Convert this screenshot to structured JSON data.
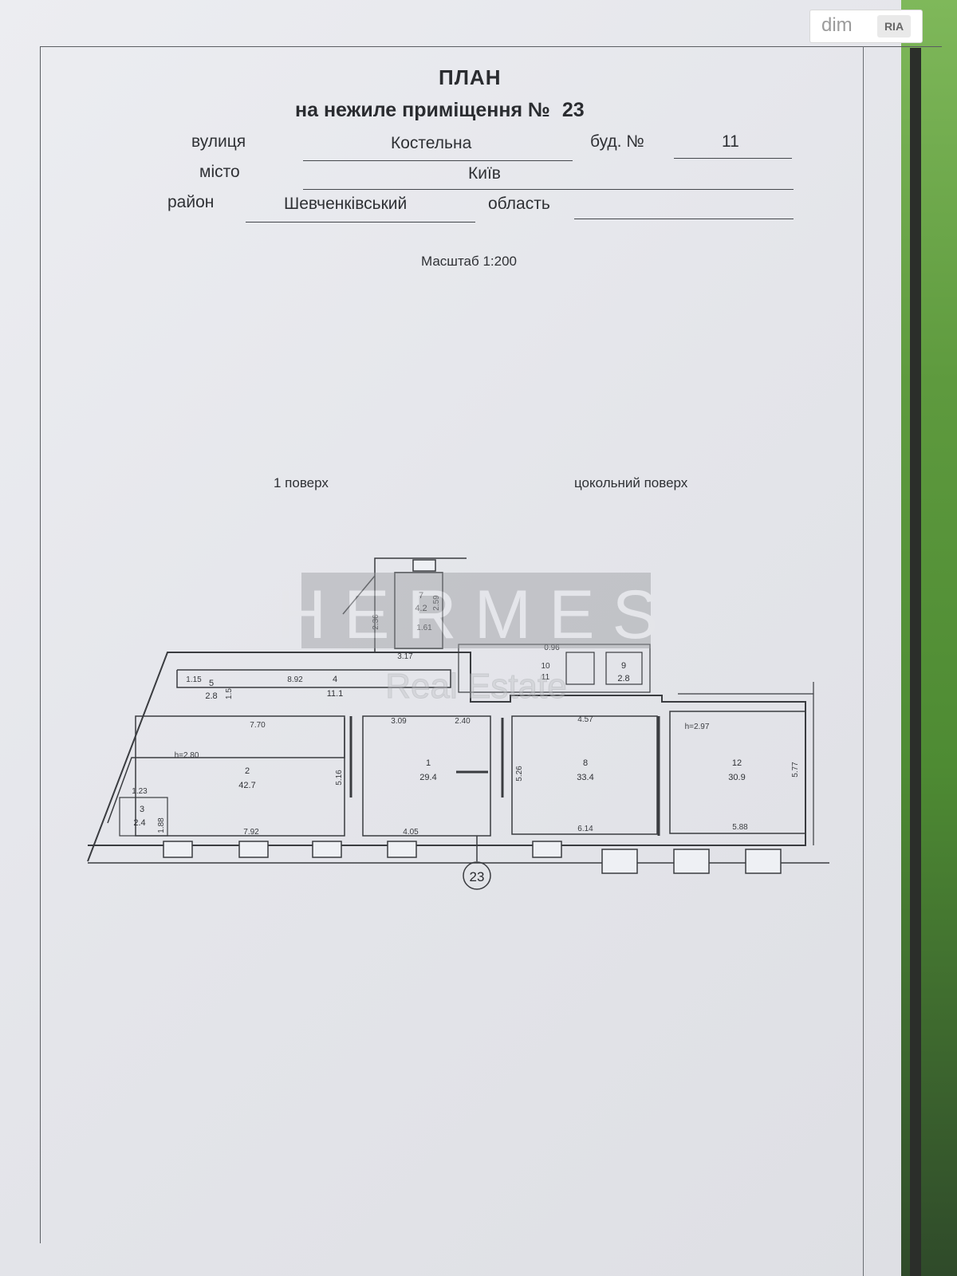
{
  "header": {
    "title": "ПЛАН",
    "subtitle_prefix": "на нежиле приміщення №",
    "premises_number": "23"
  },
  "address": {
    "street_label": "вулиця",
    "street_value": "Костельна",
    "building_label": "буд. №",
    "building_value": "11",
    "city_label": "місто",
    "city_value": "Київ",
    "district_label": "район",
    "district_value": "Шевченківський",
    "region_label": "область",
    "region_value": ""
  },
  "scale": "Масштаб 1:200",
  "floors": {
    "first": "1 поверх",
    "basement": "цокольний поверх"
  },
  "badge": {
    "dim": "dim",
    "ria": "RIA"
  },
  "watermark": {
    "brand": "HERMES",
    "sub": "Real Estate"
  },
  "plan_marker": "23",
  "rooms": [
    {
      "id": "room-1-area",
      "num": "1",
      "area": "29.4"
    },
    {
      "id": "room-2-area",
      "num": "2",
      "area": "42.7"
    },
    {
      "id": "room-3-area",
      "num": "3",
      "area": "2.4"
    },
    {
      "id": "room-4-area",
      "num": "4",
      "area": "11.1"
    },
    {
      "id": "room-5-area",
      "num": "5",
      "area": "2.8"
    },
    {
      "id": "room-7-area",
      "num": "7",
      "area": "4.2"
    },
    {
      "id": "room-8-area",
      "num": "8",
      "area": "33.4"
    },
    {
      "id": "room-9-area",
      "num": "9",
      "area": "2.8"
    },
    {
      "id": "room-12-area",
      "num": "12",
      "area": "30.9"
    }
  ],
  "dimensions": {
    "d_1_15": "1.15",
    "d_8_92": "8.92",
    "d_7_70": "7.70",
    "d_3_09": "3.09",
    "d_2_40": "2.40",
    "d_4_57": "4.57",
    "h_2_97": "h=2.97",
    "h_2_80": "h=2.80",
    "d_5_16": "5.16",
    "d_5_26": "5.26",
    "d_5_77": "5.77",
    "d_1_23": "1.23",
    "d_1_88": "1.88",
    "d_7_92": "7.92",
    "d_4_05": "4.05",
    "d_6_14": "6.14",
    "d_5_88": "5.88",
    "d_3_17": "3.17",
    "d_2_59": "2.59",
    "d_2_36": "2.36",
    "d_1_61": "1.61",
    "d_0_96": "0.96",
    "d_1_5": "1.5",
    "d_10": "10",
    "d_11": "11"
  }
}
